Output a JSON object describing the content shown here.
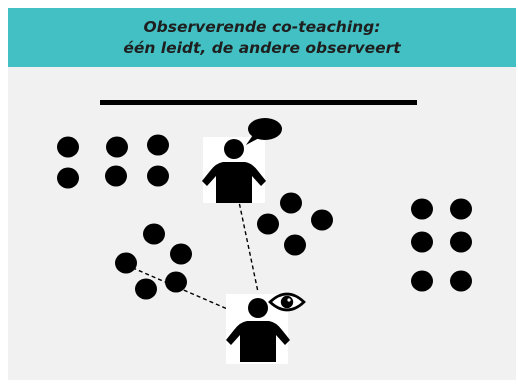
{
  "header": {
    "title_line1": "Observerende co-teaching:",
    "title_line2": "één leidt, de andere observeert",
    "background": "#42c0c3"
  },
  "diagram": {
    "background": "#f1f1f2",
    "ink": "#000000",
    "board": "board-line",
    "lead_teacher": {
      "role": "leading-teacher",
      "icon": "speech-bubble-icon"
    },
    "observing_teacher": {
      "role": "observing-teacher",
      "icon": "eye-icon"
    },
    "observation_link_style": "dashed",
    "student_groups": [
      {
        "name": "left-group",
        "students": 6
      },
      {
        "name": "center-group",
        "students": 4
      },
      {
        "name": "observed-group",
        "students": 5
      },
      {
        "name": "right-group",
        "students": 6
      }
    ]
  }
}
